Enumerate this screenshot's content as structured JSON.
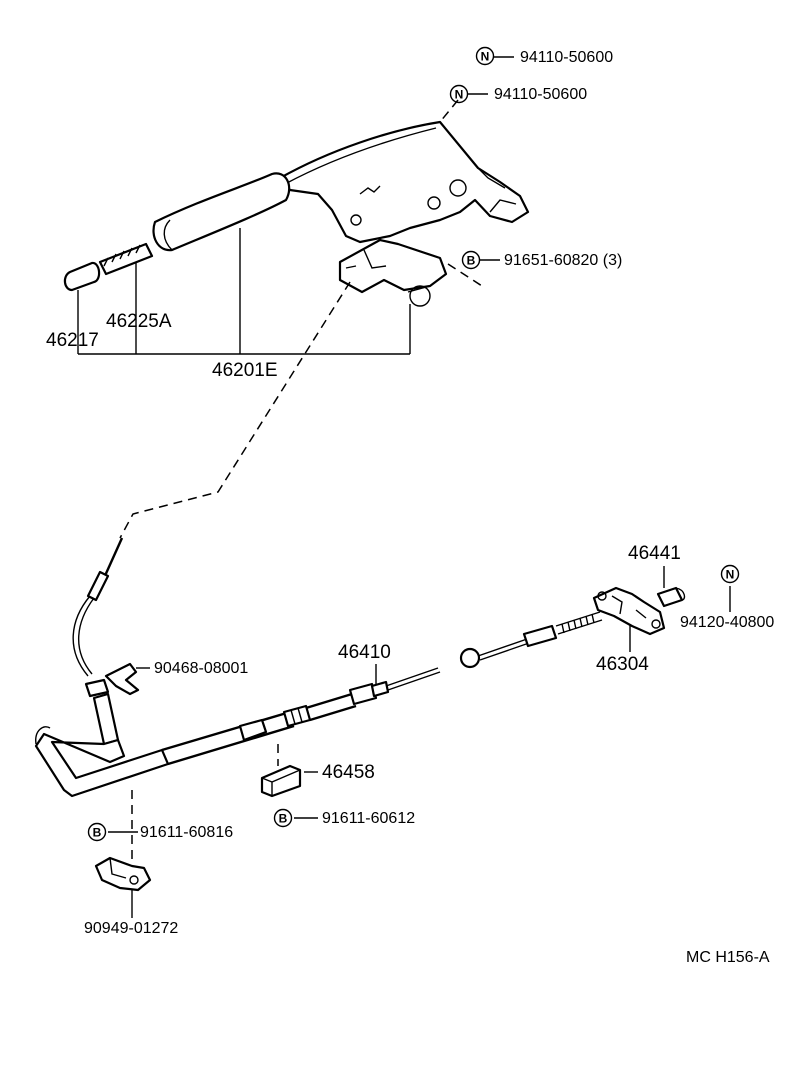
{
  "labels": {
    "p94110_top": "94110-50600",
    "p94110_second": "94110-50600",
    "p91651": "91651-60820 (3)",
    "p46225a": "46225A",
    "p46217": "46217",
    "p46201e": "46201E",
    "p46441": "46441",
    "p94120": "94120-40800",
    "p46304": "46304",
    "p46410": "46410",
    "p90468": "90468-08001",
    "p46458": "46458",
    "p91611_816": "91611-60816",
    "p91611_612": "91611-60612",
    "p90949": "90949-01272",
    "diagram_code": "MC H156-A"
  },
  "markers": {
    "n": "N",
    "b": "B"
  }
}
